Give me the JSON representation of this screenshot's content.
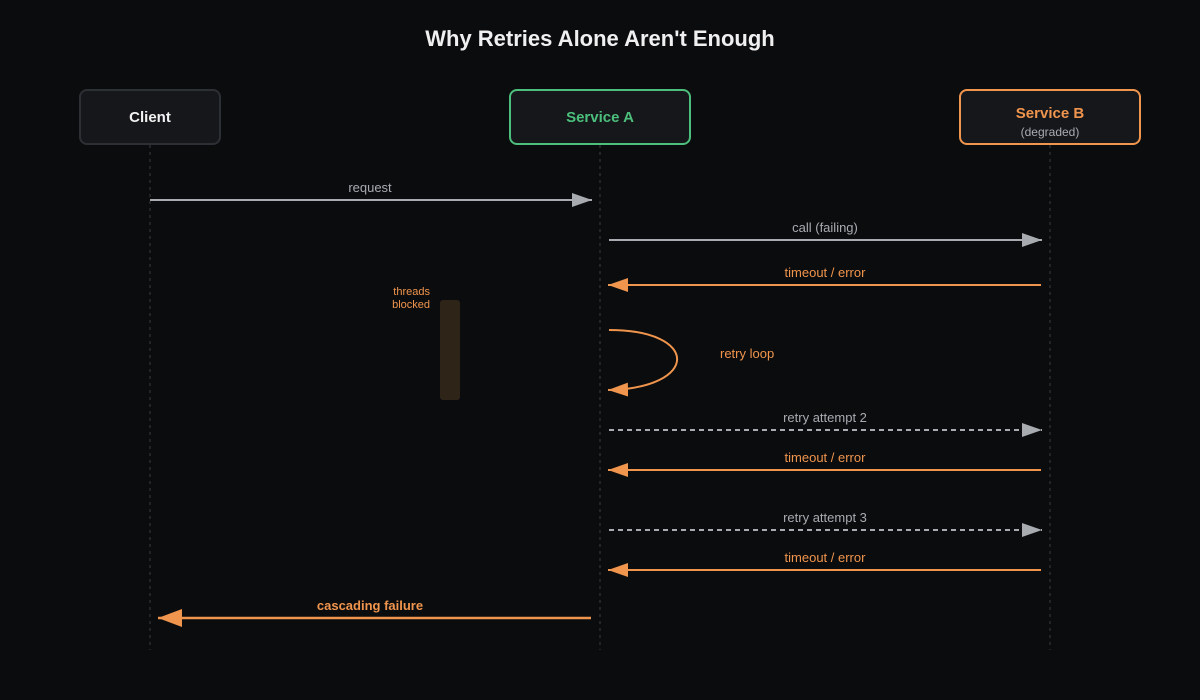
{
  "title": "Why Retries Alone Aren't Enough",
  "colors": {
    "background": "#0b0c0e",
    "title_text": "#f0f0f0",
    "box_fill": "#15171b",
    "neutral_border": "#2c2f34",
    "neutral_text": "#f2f2f2",
    "success": "#4cbf7c",
    "warning": "#f0954d",
    "muted_line": "#a8abb0",
    "muted_text": "#a8abb0",
    "lifeline": "#3a3d42",
    "blocked_fill": "#2e2418"
  },
  "actors": [
    {
      "id": "client",
      "label": "Client",
      "sublabel": "",
      "status": "neutral"
    },
    {
      "id": "service_a",
      "label": "Service A",
      "sublabel": "",
      "status": "healthy"
    },
    {
      "id": "service_b",
      "label": "Service B",
      "sublabel": "(degraded)",
      "status": "degraded"
    }
  ],
  "messages": [
    {
      "from": "client",
      "to": "service_a",
      "label": "request",
      "style": "solid",
      "tone": "neutral"
    },
    {
      "from": "service_a",
      "to": "service_b",
      "label": "call (failing)",
      "style": "solid",
      "tone": "neutral"
    },
    {
      "from": "service_b",
      "to": "service_a",
      "label": "timeout / error",
      "style": "solid",
      "tone": "warning"
    },
    {
      "from": "service_a",
      "to": "service_b",
      "label": "retry attempt 2",
      "style": "dashed",
      "tone": "neutral"
    },
    {
      "from": "service_b",
      "to": "service_a",
      "label": "timeout / error",
      "style": "solid",
      "tone": "warning"
    },
    {
      "from": "service_a",
      "to": "service_b",
      "label": "retry attempt 3",
      "style": "dashed",
      "tone": "neutral"
    },
    {
      "from": "service_b",
      "to": "service_a",
      "label": "timeout / error",
      "style": "solid",
      "tone": "warning"
    },
    {
      "from": "service_a",
      "to": "client",
      "label": "cascading failure",
      "style": "bold",
      "tone": "warning"
    }
  ],
  "self_loop": {
    "actor": "service_a",
    "label": "retry loop"
  },
  "blocked_note": {
    "actor": "service_a",
    "lines": [
      "threads",
      "blocked"
    ]
  }
}
